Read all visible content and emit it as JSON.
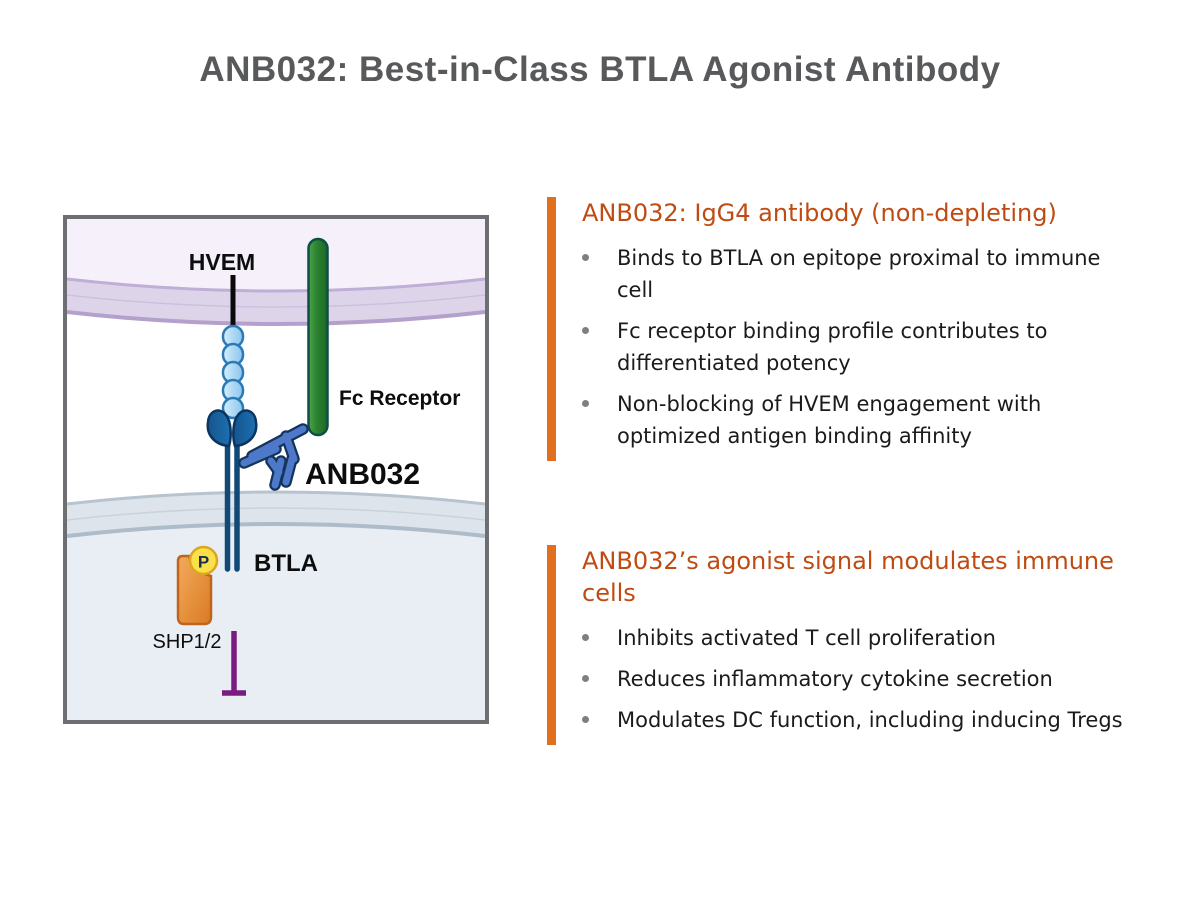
{
  "title": "ANB032: Best-in-Class BTLA Agonist Antibody",
  "diagram": {
    "labels": {
      "hvem": "HVEM",
      "fc_receptor": "Fc Receptor",
      "anb032": "ANB032",
      "btla": "BTLA",
      "phospho": "P",
      "shp": "SHP1/2"
    }
  },
  "sections": [
    {
      "heading": "ANB032: IgG4 antibody (non-depleting)",
      "bullets": [
        "Binds to BTLA on epitope proximal to immune cell",
        "Fc receptor binding profile contributes to differentiated potency",
        "Non-blocking of HVEM engagement with optimized antigen binding affinity"
      ]
    },
    {
      "heading": "ANB032’s agonist signal modulates immune cells",
      "bullets": [
        "Inhibits activated T cell proliferation",
        "Reduces inflammatory cytokine secretion",
        "Modulates DC function, including inducing Tregs"
      ]
    }
  ],
  "colors": {
    "title_gray": "#58595b",
    "accent_bar_orange": "#e0701e",
    "heading_orange": "#bf4b12",
    "body_text": "#1b1b1b",
    "bullet_dot_gray": "#7f7f7f",
    "box_border_gray": "#6d6e71",
    "top_cell_fill": "#f6f0fa",
    "top_membrane": "#b3a0cc",
    "bottom_cell_fill": "#e9eef5",
    "bottom_membrane": "#b7c3cf",
    "fc_receptor_green": "#2a8230",
    "antibody_blue": "#4e79c9",
    "btla_navy": "#124a77",
    "shp_orange": "#e8913c",
    "phospho_yellow": "#fbe04a",
    "inhibition_purple": "#7a1b82"
  }
}
